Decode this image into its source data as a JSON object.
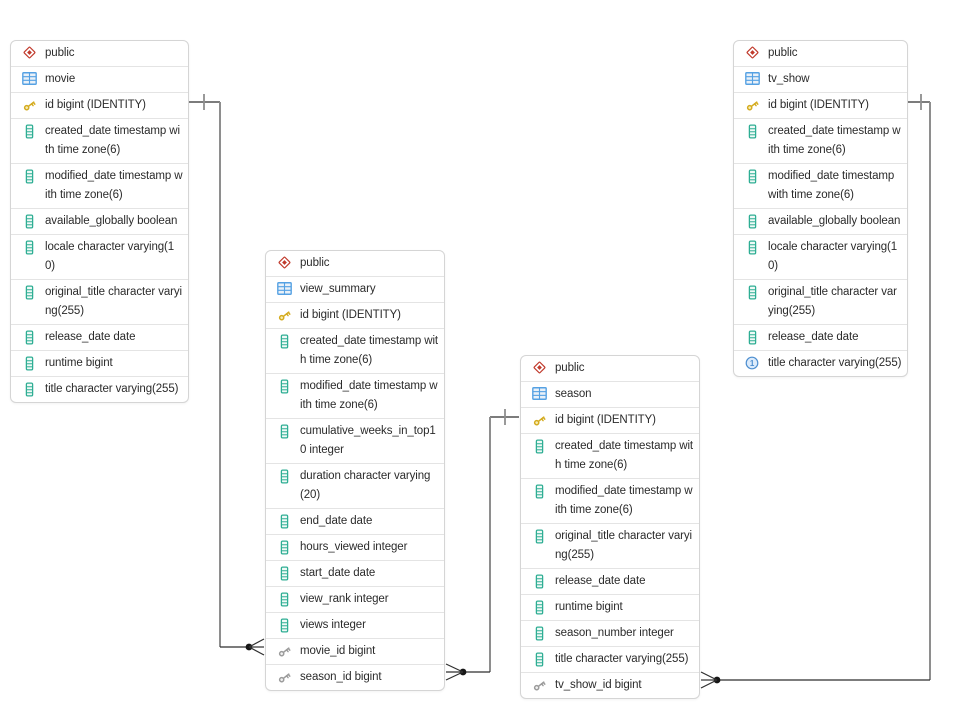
{
  "colors": {
    "schema": "#c0392b",
    "table": "#55a1e3",
    "pk": "#d4ab1f",
    "fk": "#9b9b9b",
    "col": "#2fae94",
    "uniq": "#4e8fd0",
    "wire": "#2f2f2f",
    "wire2": "#8e8e8e",
    "border": "#d5d5d5",
    "row_divider": "#e4e4e4",
    "text": "#2b2b2b"
  },
  "tables": [
    {
      "schema": "public",
      "name": "movie",
      "columns": [
        {
          "icon": "primary-key",
          "text": "id bigint (IDENTITY)"
        },
        {
          "icon": "column",
          "text": "created_date timestamp with time zone(6)"
        },
        {
          "icon": "column",
          "text": "modified_date timestamp with time zone(6)"
        },
        {
          "icon": "column",
          "text": "available_globally boolean"
        },
        {
          "icon": "column",
          "text": "locale character varying(10)"
        },
        {
          "icon": "column",
          "text": "original_title character varying(255)"
        },
        {
          "icon": "column",
          "text": "release_date date"
        },
        {
          "icon": "column",
          "text": "runtime bigint"
        },
        {
          "icon": "column",
          "text": "title character varying(255)"
        }
      ]
    },
    {
      "schema": "public",
      "name": "view_summary",
      "columns": [
        {
          "icon": "primary-key",
          "text": "id bigint (IDENTITY)"
        },
        {
          "icon": "column",
          "text": "created_date timestamp with time zone(6)"
        },
        {
          "icon": "column",
          "text": "modified_date timestamp with time zone(6)"
        },
        {
          "icon": "column",
          "text": "cumulative_weeks_in_top10 integer"
        },
        {
          "icon": "column",
          "text": "duration character varying(20)"
        },
        {
          "icon": "column",
          "text": "end_date date"
        },
        {
          "icon": "column",
          "text": "hours_viewed integer"
        },
        {
          "icon": "column",
          "text": "start_date date"
        },
        {
          "icon": "column",
          "text": "view_rank integer"
        },
        {
          "icon": "column",
          "text": "views integer"
        },
        {
          "icon": "foreign-key",
          "text": "movie_id bigint"
        },
        {
          "icon": "foreign-key",
          "text": "season_id bigint"
        }
      ]
    },
    {
      "schema": "public",
      "name": "season",
      "columns": [
        {
          "icon": "primary-key",
          "text": "id bigint (IDENTITY)"
        },
        {
          "icon": "column",
          "text": "created_date timestamp with time zone(6)"
        },
        {
          "icon": "column",
          "text": "modified_date timestamp with time zone(6)"
        },
        {
          "icon": "column",
          "text": "original_title character varying(255)"
        },
        {
          "icon": "column",
          "text": "release_date date"
        },
        {
          "icon": "column",
          "text": "runtime bigint"
        },
        {
          "icon": "column",
          "text": "season_number integer"
        },
        {
          "icon": "column",
          "text": "title character varying(255)"
        },
        {
          "icon": "foreign-key",
          "text": "tv_show_id bigint"
        }
      ]
    },
    {
      "schema": "public",
      "name": "tv_show",
      "columns": [
        {
          "icon": "primary-key",
          "text": "id bigint (IDENTITY)"
        },
        {
          "icon": "column",
          "text": "created_date timestamp with time zone(6)"
        },
        {
          "icon": "column",
          "text": "modified_date timestamp with time zone(6)"
        },
        {
          "icon": "column",
          "text": "available_globally boolean"
        },
        {
          "icon": "column",
          "text": "locale character varying(10)"
        },
        {
          "icon": "column",
          "text": "original_title character varying(255)"
        },
        {
          "icon": "column",
          "text": "release_date date"
        },
        {
          "icon": "unique-index",
          "text": "title character varying(255)"
        }
      ]
    }
  ],
  "relations": [
    {
      "from_table": "movie",
      "from_column": "id",
      "from_cardinality": "one",
      "to_table": "view_summary",
      "to_column": "movie_id",
      "to_cardinality": "many"
    },
    {
      "from_table": "season",
      "from_column": "id",
      "from_cardinality": "one",
      "to_table": "view_summary",
      "to_column": "season_id",
      "to_cardinality": "many"
    },
    {
      "from_table": "tv_show",
      "from_column": "id",
      "from_cardinality": "one",
      "to_table": "season",
      "to_column": "tv_show_id",
      "to_cardinality": "many"
    }
  ]
}
